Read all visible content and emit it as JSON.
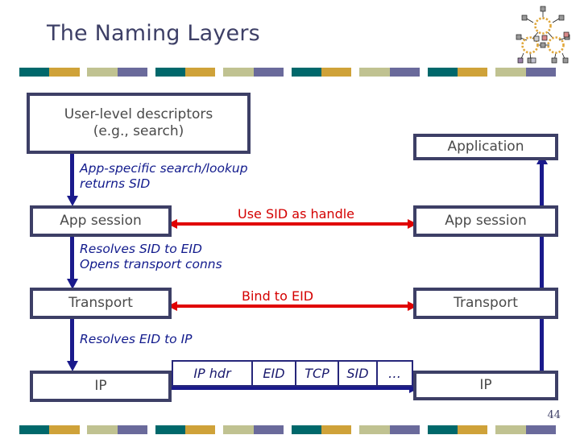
{
  "slide": {
    "title": "The Naming Layers",
    "page_number": "44",
    "logo_name": "network-graph-logo"
  },
  "theme": {
    "title_color": "#3d3f66",
    "box_border": "#3d3f66",
    "note_color": "#111a8c",
    "red_accent": "#d40000",
    "blue_accent": "#1a1a8c",
    "stripe_teal": "#00686b",
    "stripe_gold": "#cfa239",
    "stripe_sage": "#c0c291",
    "stripe_purple": "#6a6a9b"
  },
  "stripes": [
    "teal",
    "gold",
    "sage",
    "purple",
    "teal",
    "gold",
    "sage",
    "purple",
    "teal",
    "gold",
    "sage",
    "purple",
    "teal",
    "gold",
    "sage",
    "purple"
  ],
  "left_stack": {
    "user_descriptors": "User-level descriptors\n(e.g., search)",
    "app_session": "App session",
    "transport": "Transport",
    "ip": "IP"
  },
  "right_stack": {
    "application": "Application",
    "app_session": "App session",
    "transport": "Transport",
    "ip": "IP"
  },
  "notes": [
    {
      "id": "app-specific",
      "text": "App-specific search/lookup\nreturns SID"
    },
    {
      "id": "resolves-sid",
      "text": "Resolves SID to EID\nOpens transport conns"
    },
    {
      "id": "resolves-eid",
      "text": "Resolves EID to IP"
    }
  ],
  "arrow_labels": {
    "use_sid": "Use SID as handle",
    "bind_eid": "Bind to EID"
  },
  "packet": {
    "cells": [
      {
        "label": "IP hdr",
        "width": 100
      },
      {
        "label": "EID",
        "width": 54
      },
      {
        "label": "TCP",
        "width": 53
      },
      {
        "label": "SID",
        "width": 48
      },
      {
        "label": "…",
        "width": 45
      }
    ]
  }
}
